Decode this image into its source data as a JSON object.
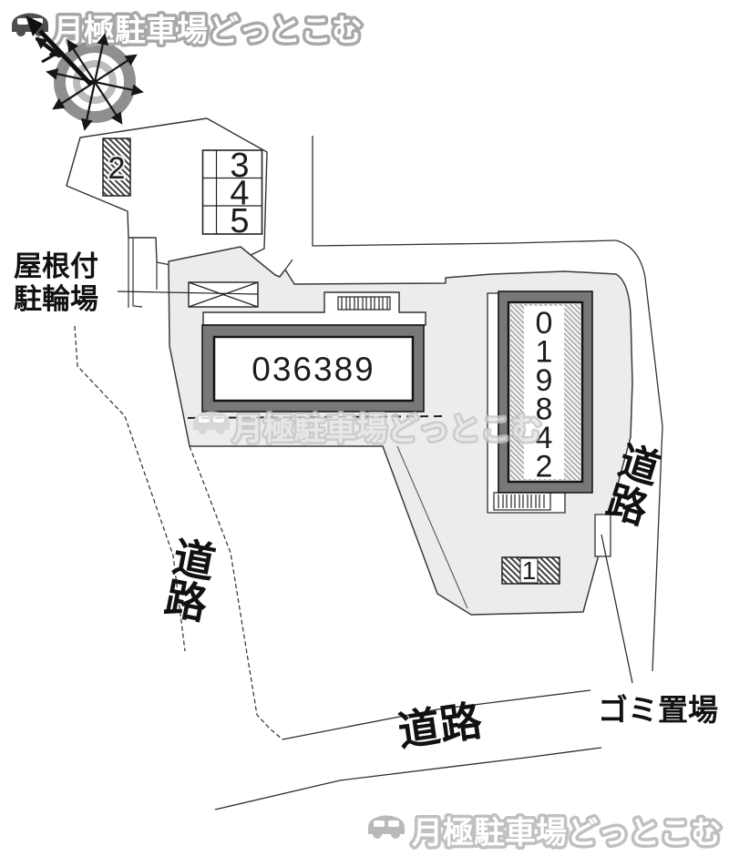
{
  "brand": {
    "text": "月極駐車場どっとこむ"
  },
  "watermark": {
    "text": "月極駐車場どっとこむ"
  },
  "footer": {
    "text": "月極駐車場どっとこむ"
  },
  "map": {
    "bike_parking_label": {
      "line1": "屋根付",
      "line2": "駐輪場"
    },
    "garbage_label": "ゴミ置場",
    "roads": {
      "left": {
        "char1": "道",
        "char2": "路"
      },
      "right": {
        "char1": "道",
        "char2": "路"
      },
      "bottom": {
        "label": "道路"
      }
    },
    "buildings": [
      {
        "id": "036389"
      },
      {
        "digits": [
          "0",
          "1",
          "9",
          "8",
          "4",
          "2"
        ]
      }
    ],
    "spaces": {
      "s1": "1",
      "s2": "2",
      "s3": "3",
      "s4": "4",
      "s5": "5"
    },
    "colors": {
      "premise_fill": "#ececec",
      "building_frame": "#787878",
      "line": "#2e2e2e",
      "header_text_fill": "#ffffff",
      "header_text_outline": "#a8a8a8",
      "watermark_gray": "#cfcfcf"
    }
  }
}
